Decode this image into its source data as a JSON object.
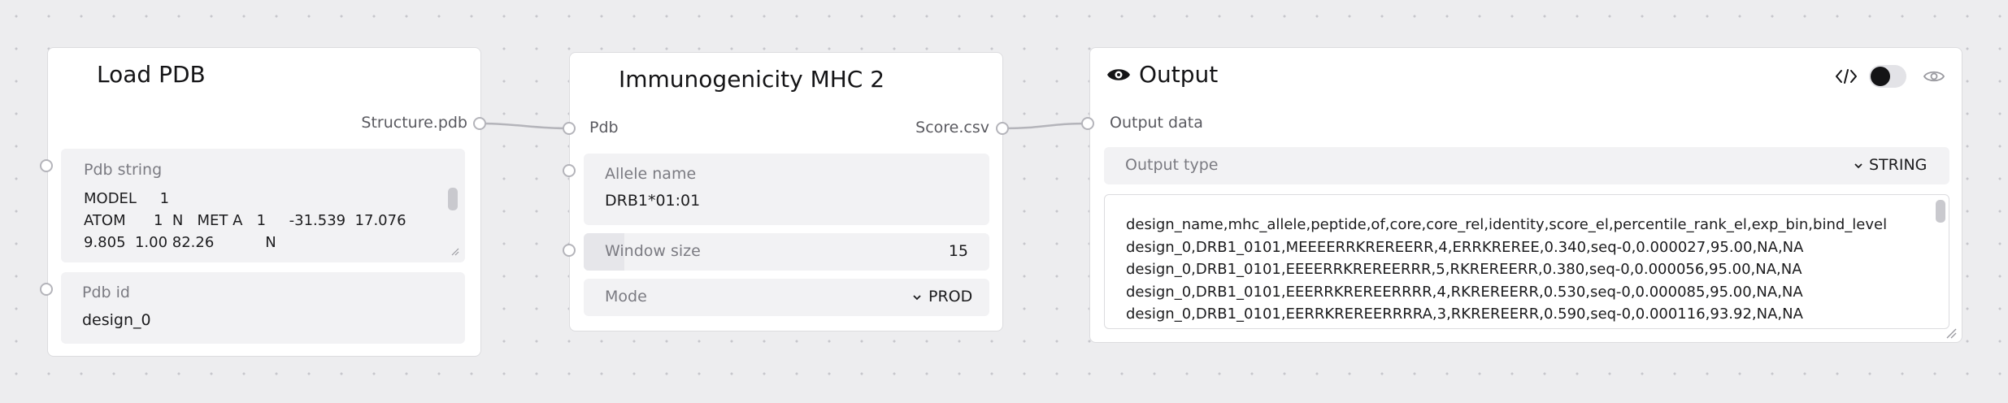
{
  "load_pdb": {
    "title": "Load PDB",
    "output_port": "Structure.pdb",
    "pdb_string": {
      "label": "Pdb string",
      "value": "MODEL     1\nATOM      1  N   MET A   1     -31.539  17.076\n9.805  1.00 82.26           N"
    },
    "pdb_id": {
      "label": "Pdb id",
      "value": "design_0"
    }
  },
  "immunogenicity": {
    "title": "Immunogenicity MHC 2",
    "input_port": "Pdb",
    "output_port": "Score.csv",
    "allele": {
      "label": "Allele name",
      "value": "DRB1*01:01"
    },
    "window": {
      "label": "Window size",
      "value": "15",
      "fill_fraction": 0.1
    },
    "mode": {
      "label": "Mode",
      "value": "PROD"
    }
  },
  "output": {
    "title": "Output",
    "input_port": "Output data",
    "output_type": {
      "label": "Output type",
      "value": "STRING"
    },
    "text": "design_name,mhc_allele,peptide,of,core,core_rel,identity,score_el,percentile_rank_el,exp_bin,bind_level\ndesign_0,DRB1_0101,MEEEERRKREREERR,4,ERRKREREE,0.340,seq-0,0.000027,95.00,NA,NA\ndesign_0,DRB1_0101,EEEERRKREREERRR,5,RKREREERR,0.380,seq-0,0.000056,95.00,NA,NA\ndesign_0,DRB1_0101,EEERRKREREERRRR,4,RKREREERR,0.530,seq-0,0.000085,95.00,NA,NA\ndesign_0,DRB1_0101,EERRKREREERRRRA,3,RKREREERR,0.590,seq-0,0.000116,93.92,NA,NA",
    "toggle_on": false
  },
  "icons": {
    "eye": "eye-icon",
    "code": "code-icon",
    "preview": "preview-eye-icon",
    "chevron": "chevron-down-icon",
    "resize": "resize-handle-icon"
  },
  "colors": {
    "canvas": "#ededef",
    "node_bg": "#ffffff",
    "field_bg": "#f2f2f4",
    "edge": "#b4b4ba"
  }
}
